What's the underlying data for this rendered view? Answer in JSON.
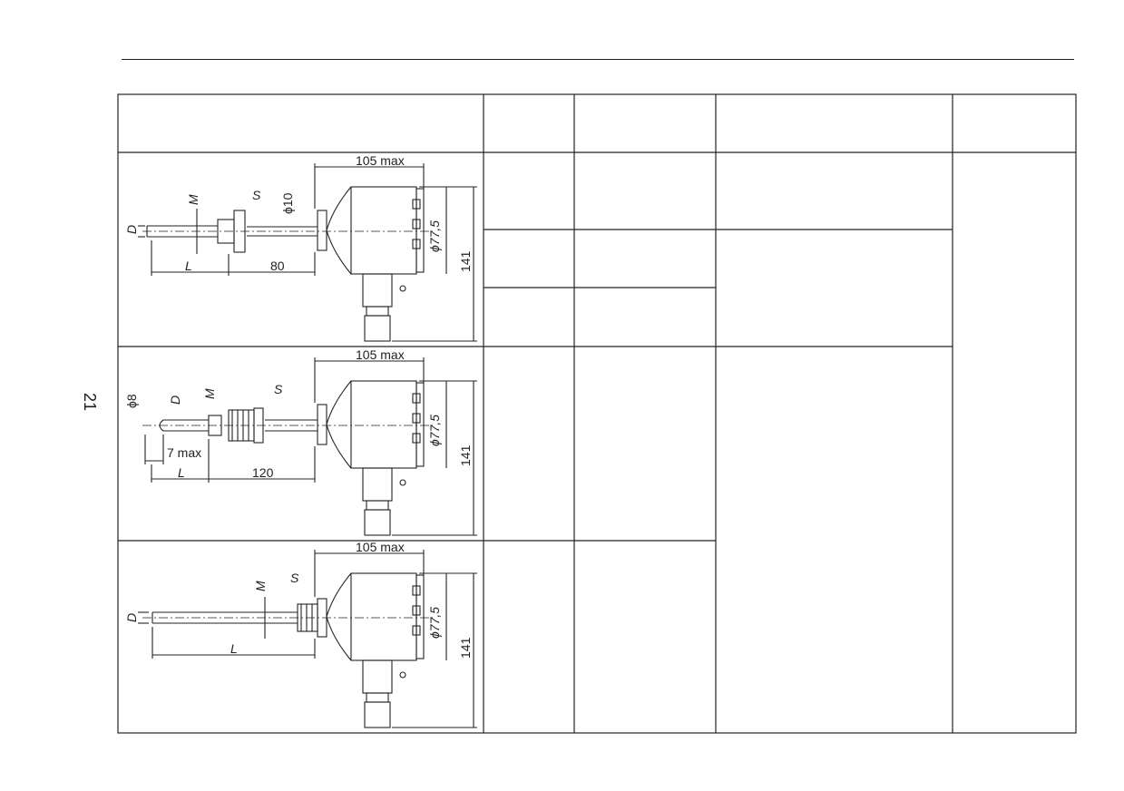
{
  "page": {
    "number": "21"
  },
  "drawings": [
    {
      "id": "probe-1",
      "labels": {
        "width": "105 max",
        "diameter": "ϕ77,5",
        "height": "141",
        "D": "D",
        "M": "M",
        "S": "S",
        "L": "L",
        "stem_diameter": "ϕ10",
        "stem_length": "80"
      }
    },
    {
      "id": "probe-2",
      "labels": {
        "width": "105 max",
        "diameter": "ϕ77,5",
        "height": "141",
        "D": "D",
        "M": "M",
        "S": "S",
        "L": "L",
        "tip_diameter": "ϕ8",
        "tip_length": "7 max",
        "stem_length": "120"
      }
    },
    {
      "id": "probe-3",
      "labels": {
        "width": "105 max",
        "diameter": "ϕ77,5",
        "height": "141",
        "D": "D",
        "M": "M",
        "S": "S",
        "L": "L"
      }
    }
  ]
}
